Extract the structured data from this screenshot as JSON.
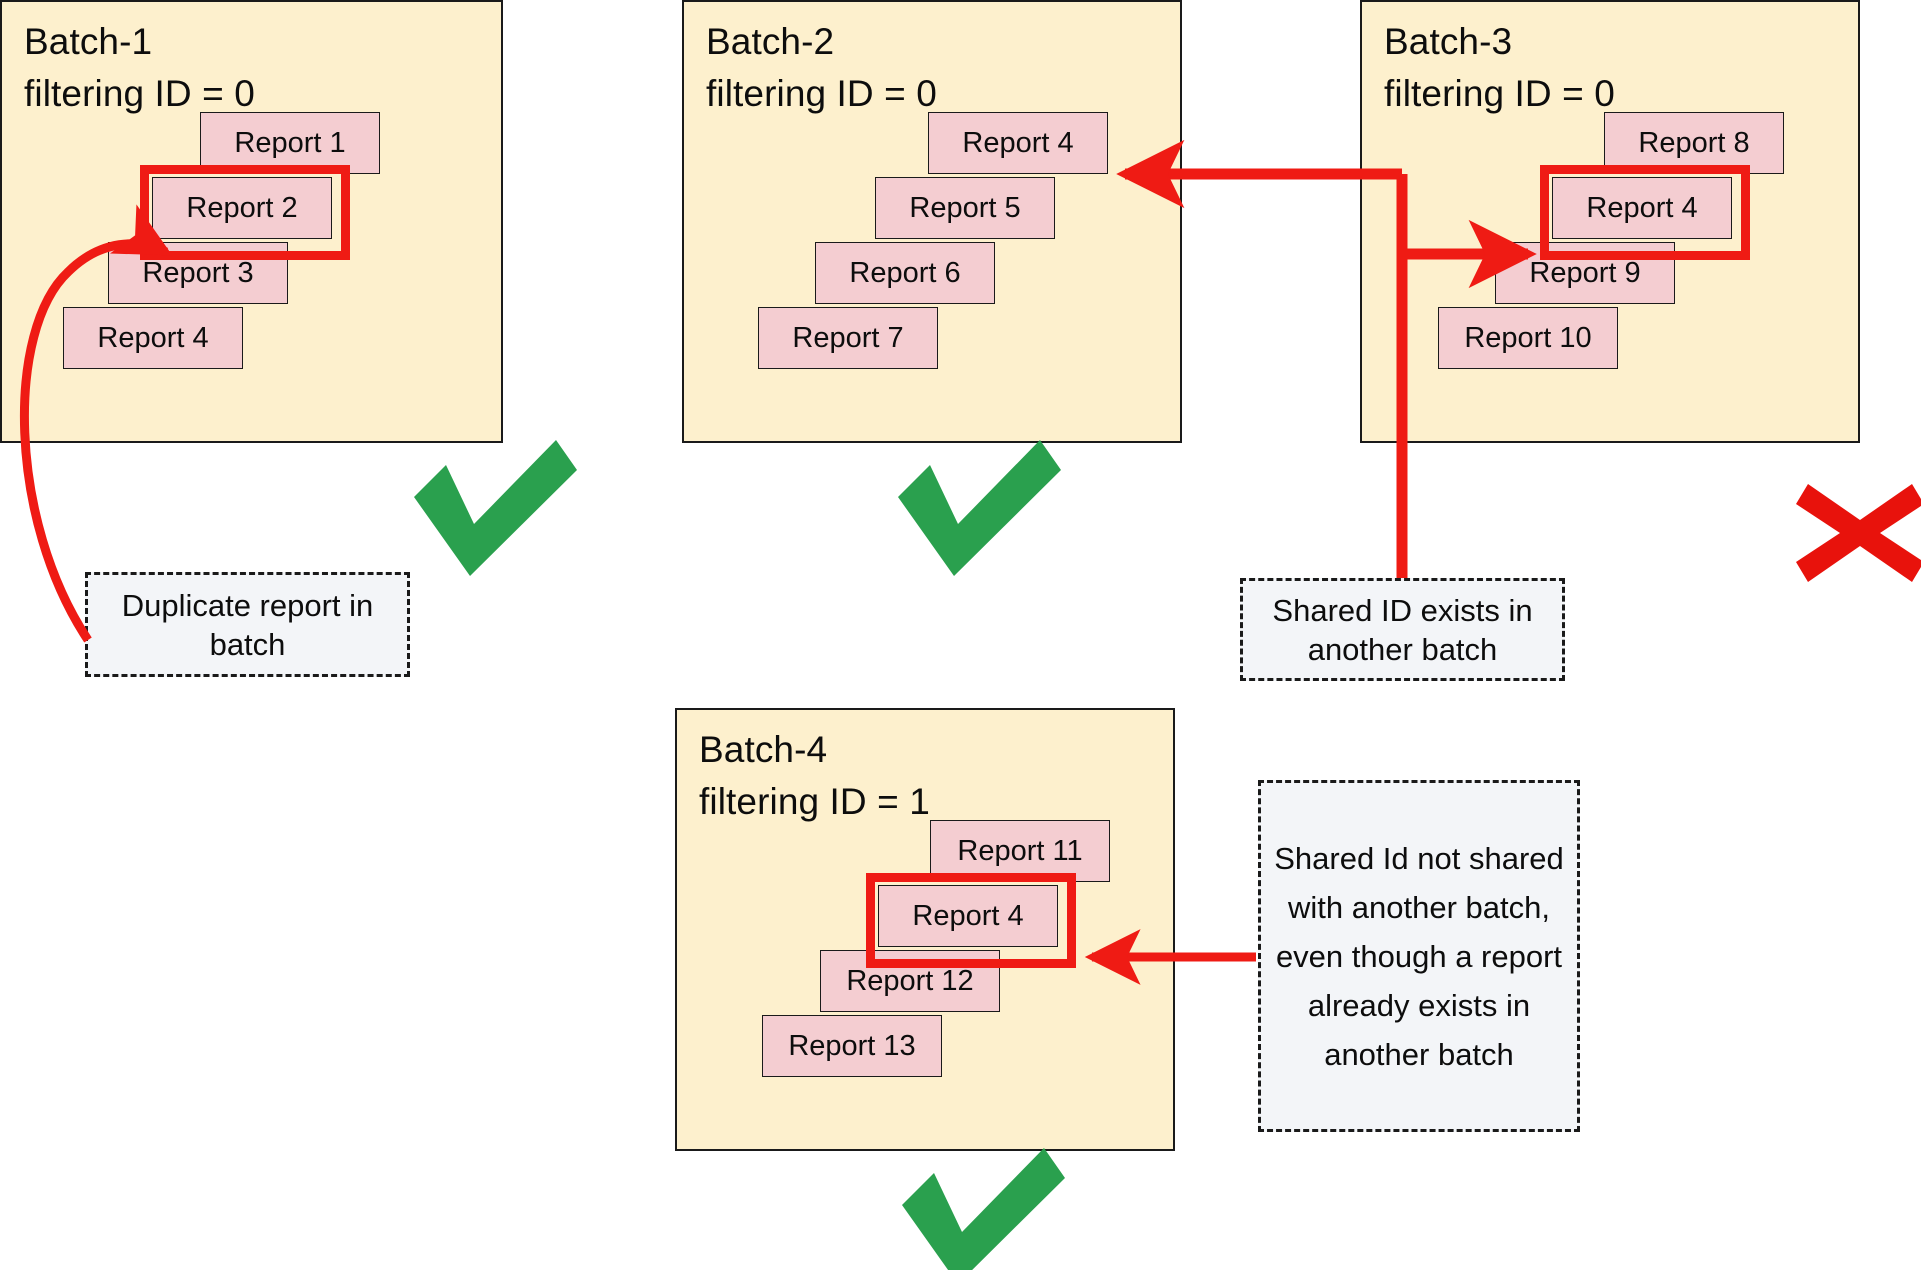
{
  "diagram": {
    "title_semantic": "batch-report-deduplication-diagram",
    "colors": {
      "batch_fill": "#fdf0cd",
      "report_fill": "#f4cdd1",
      "highlight_red": "#ef1b14",
      "arrow_red": "#ef1b14",
      "check_green": "#2aa04e",
      "cross_red": "#e8120c",
      "callout_fill": "#f3f5f8",
      "outline": "#1a1a1a"
    }
  },
  "batches": [
    {
      "id": "batch-1",
      "title": "Batch-1\nfiltering ID = 0",
      "name": "Batch-1",
      "filtering_id": "0",
      "status_icon": "check-icon",
      "status": "valid",
      "reports": [
        "Report 1",
        "Report 2",
        "Report 3",
        "Report 4"
      ],
      "highlighted_report": "Report 2"
    },
    {
      "id": "batch-2",
      "title": "Batch-2\nfiltering ID = 0",
      "name": "Batch-2",
      "filtering_id": "0",
      "status_icon": "check-icon",
      "status": "valid",
      "reports": [
        "Report 4",
        "Report 5",
        "Report 6",
        "Report 7"
      ],
      "highlighted_report": null
    },
    {
      "id": "batch-3",
      "title": "Batch-3\nfiltering ID = 0",
      "name": "Batch-3",
      "filtering_id": "0",
      "status_icon": "cross-icon",
      "status": "invalid",
      "reports": [
        "Report 8",
        "Report 4",
        "Report 9",
        "Report 10"
      ],
      "highlighted_report": "Report 4"
    },
    {
      "id": "batch-4",
      "title": "Batch-4\nfiltering ID = 1",
      "name": "Batch-4",
      "filtering_id": "1",
      "status_icon": "check-icon",
      "status": "valid",
      "reports": [
        "Report 11",
        "Report 4",
        "Report 12",
        "Report 13"
      ],
      "highlighted_report": "Report 4"
    }
  ],
  "callouts": [
    {
      "id": "callout-duplicate",
      "text": "Duplicate report in batch",
      "line1": "Duplicate report",
      "line2": "in batch",
      "points_to": "batch-1 Report 2"
    },
    {
      "id": "callout-shared-id-exists",
      "text": "Shared ID exists in another batch",
      "line1": "Shared ID exists",
      "line2": "in another batch",
      "points_to": "batch-3 Report 4"
    },
    {
      "id": "callout-shared-id-not-shared",
      "text": "Shared Id not shared with another batch, even though a report already exists in another batch",
      "points_to": "batch-4 Report 4"
    }
  ]
}
